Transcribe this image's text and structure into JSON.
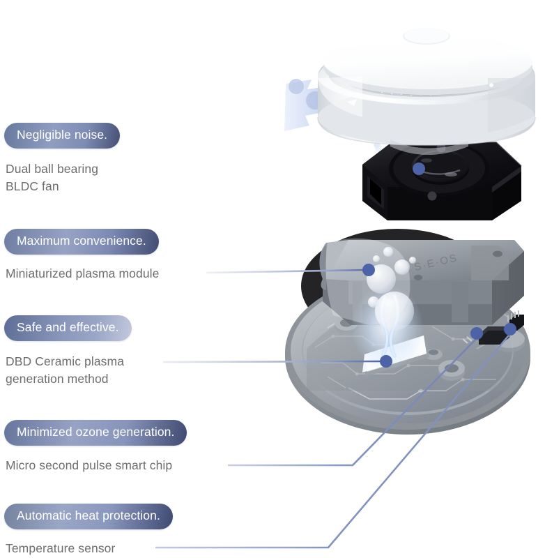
{
  "diagram": {
    "title": "Plasma air purifier exploded view",
    "background": "#ffffff",
    "accent_line": "#5a6ca8",
    "dot_color": "#4d63a8",
    "badge_text_color": "#ffffff",
    "sublabel_text_color": "#6e6e6e"
  },
  "callouts": [
    {
      "id": "noise",
      "badge": "Negligible noise.",
      "sublabel": "Dual ball bearing\nBLDC fan",
      "target_part": "blower-fan-module"
    },
    {
      "id": "convenience",
      "badge": "Maximum convenience.",
      "sublabel": "Miniaturized plasma module",
      "target_part": "plasma-module"
    },
    {
      "id": "safety",
      "badge": "Safe and effective.",
      "sublabel": "DBD Ceramic plasma\ngeneration method",
      "target_part": "ceramic-plasma-plate"
    },
    {
      "id": "ozone",
      "badge": "Minimized ozone generation.",
      "sublabel": "Micro second pulse smart chip",
      "target_part": "pulse-smart-chip"
    },
    {
      "id": "heat",
      "badge": "Automatic heat protection.",
      "sublabel": "Temperature sensor",
      "target_part": "temperature-sensor"
    }
  ],
  "parts": [
    {
      "id": "top-cover",
      "name": "White round top cover with center button"
    },
    {
      "id": "airflow-arrow-left",
      "name": "Left blue airflow arrow"
    },
    {
      "id": "airflow-arrow-right",
      "name": "Right blue airflow arrow"
    },
    {
      "id": "vent-grille",
      "name": "Louvered intake vent grille"
    },
    {
      "id": "blower-fan-module",
      "name": "Black dual ball bearing BLDC blower fan"
    },
    {
      "id": "plasma-module",
      "name": "Gray miniaturized plasma module housing"
    },
    {
      "id": "ceramic-plasma-plate",
      "name": "White DBD ceramic plasma plate"
    },
    {
      "id": "plasma-discharge",
      "name": "Glowing plasma discharge arc"
    },
    {
      "id": "ion-bubbles",
      "name": "Floating ion bubbles"
    },
    {
      "id": "base-plate",
      "name": "Gray circular base plate with circuit traces"
    },
    {
      "id": "pulse-smart-chip",
      "name": "Micro second pulse smart chip"
    },
    {
      "id": "temperature-sensor",
      "name": "Temperature sensor component"
    }
  ]
}
